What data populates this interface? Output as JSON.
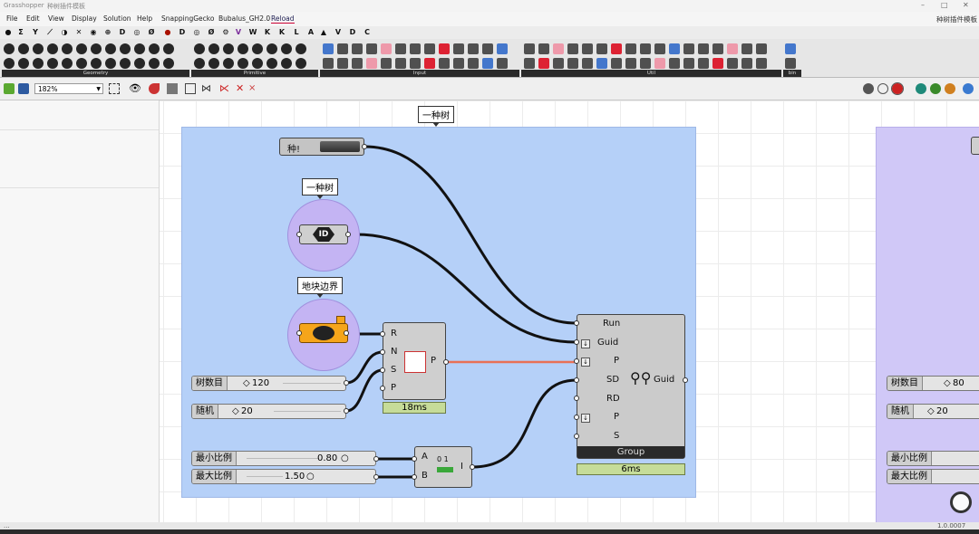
{
  "window": {
    "app_name": "Grasshopper",
    "doc_title": "种树插件模板",
    "right_label": "种树插件模板",
    "minimize": "–",
    "maximize": "□",
    "close": "✕"
  },
  "menu": [
    "File",
    "Edit",
    "View",
    "Display",
    "Solution",
    "Help",
    "SnappingGecko",
    "Bubalus_GH2.0",
    "Reload"
  ],
  "tabs": [
    "Σ",
    "Y",
    "⟋",
    "◑",
    "✕",
    "◉",
    "⊕",
    "D",
    "◎",
    "Ø",
    "V",
    "W",
    "K",
    "K",
    "L",
    "A",
    "V",
    "D",
    "C"
  ],
  "ribbon": {
    "groups": [
      "Geometry",
      "Primitive",
      "Input",
      "Util",
      "bin"
    ]
  },
  "toolbar": {
    "zoom": "182%"
  },
  "canvas": {
    "group_title": "一种树",
    "seed_button": {
      "label": "种!"
    },
    "id_component": {
      "callout": "一种树",
      "icon_text": "ID"
    },
    "boundary_component": {
      "callout": "地块边界"
    },
    "populate": {
      "inputs": [
        "R",
        "N",
        "S",
        "P"
      ],
      "output": "P",
      "timer": "18ms"
    },
    "sliders": {
      "tree_count": {
        "label": "树数目",
        "value": "120"
      },
      "random": {
        "label": "随机",
        "value": "20"
      },
      "min_scale": {
        "label": "最小比例",
        "value": "0.80"
      },
      "max_scale": {
        "label": "最大比例",
        "value": "1.50"
      }
    },
    "range": {
      "inputs": [
        "A",
        "B"
      ],
      "output": "I",
      "glyph": "0 1"
    },
    "tree_group": {
      "inputs": [
        "Run",
        "Guid",
        "P",
        "SD",
        "RD",
        "P",
        "S"
      ],
      "output": "Guid",
      "footer": "Group",
      "timer": "6ms"
    },
    "right_group": {
      "tree_count": {
        "label": "树数目",
        "value": "80"
      },
      "random": {
        "label": "随机",
        "value": "20"
      },
      "min_scale": {
        "label": "最小比例"
      },
      "max_scale": {
        "label": "最大比例"
      }
    }
  },
  "status": {
    "left": "...",
    "version": "1.0.0007"
  }
}
